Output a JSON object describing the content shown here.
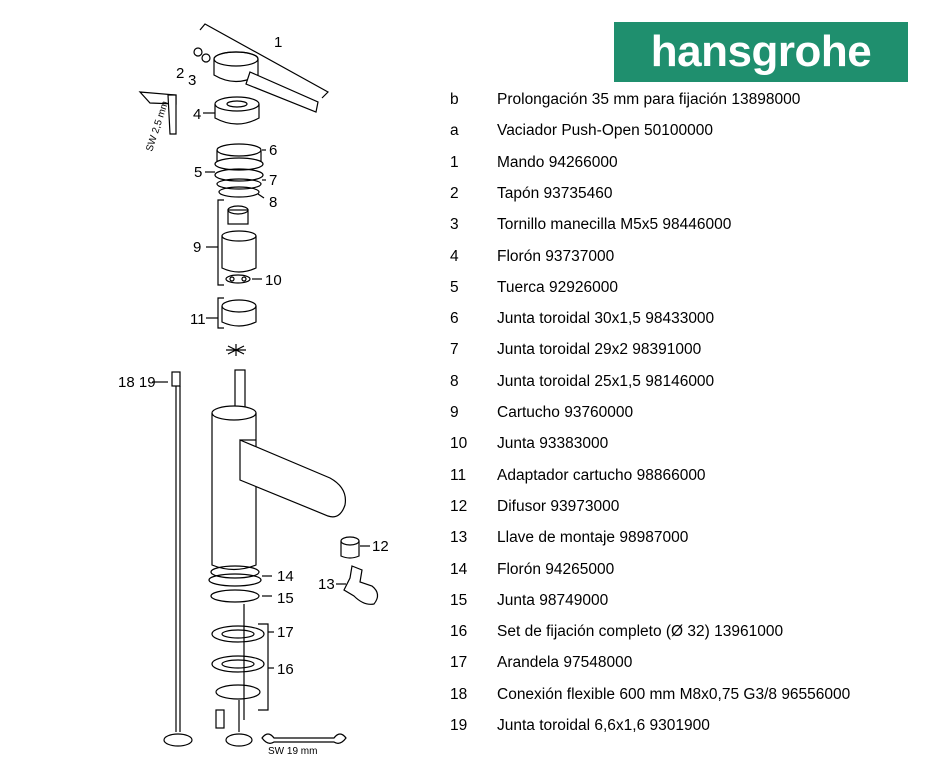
{
  "brand": {
    "name": "hansgrohe",
    "color": "#1f8f6e"
  },
  "parts": [
    {
      "code": "b",
      "description": "Prolongación 35 mm para fijación  13898000"
    },
    {
      "code": "a",
      "description": "Vaciador Push-Open 50100000"
    },
    {
      "code": "1",
      "description": "Mando 94266000"
    },
    {
      "code": "2",
      "description": "Tapón 93735460"
    },
    {
      "code": "3",
      "description": "Tornillo manecilla  M5x5 98446000"
    },
    {
      "code": "4",
      "description": "Florón 93737000"
    },
    {
      "code": "5",
      "description": "Tuerca 92926000"
    },
    {
      "code": "6",
      "description": "Junta toroidal 30x1,5  98433000"
    },
    {
      "code": "7",
      "description": "Junta toroidal 29x2 98391000"
    },
    {
      "code": "8",
      "description": "Junta toroidal 25x1,5  98146000"
    },
    {
      "code": "9",
      "description": "Cartucho 93760000"
    },
    {
      "code": "10",
      "description": "Junta 93383000"
    },
    {
      "code": "11",
      "description": "Adaptador cartucho  98866000"
    },
    {
      "code": "12",
      "description": "Difusor 93973000"
    },
    {
      "code": "13",
      "description": "Llave de montaje  98987000"
    },
    {
      "code": "14",
      "description": "Florón 94265000"
    },
    {
      "code": "15",
      "description": "Junta 98749000"
    },
    {
      "code": "16",
      "description": "Set de fijación completo (Ø 32) 13961000"
    },
    {
      "code": "17",
      "description": "Arandela 97548000"
    },
    {
      "code": "18",
      "description": "Conexión flexible 600 mm M8x0,75 G3/8  96556000"
    },
    {
      "code": "19",
      "description": "Junta toroidal 6,6x1,6   9301900"
    }
  ],
  "diagram_labels": {
    "c1": "1",
    "c2": "2",
    "c3": "3",
    "c4": "4",
    "c5": "5",
    "c6": "6",
    "c7": "7",
    "c8": "8",
    "c9": "9",
    "c10": "10",
    "c11": "11",
    "c12": "12",
    "c13": "13",
    "c14": "14",
    "c15": "15",
    "c16": "16",
    "c17": "17",
    "c1819": "18 19",
    "hex_key": "SW 2,5 mm",
    "wrench": "SW 19 mm"
  }
}
